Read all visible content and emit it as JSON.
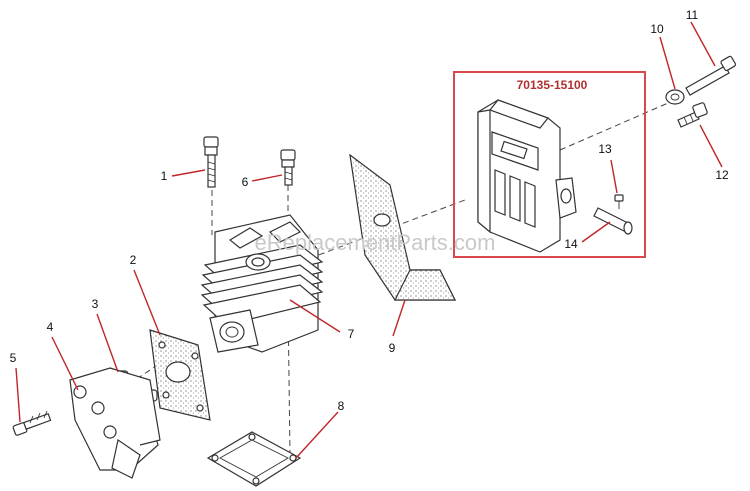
{
  "diagram": {
    "highlight_box": {
      "part_number": "70135-15100",
      "border_color": "#d9484f",
      "text_color": "#b03030"
    },
    "callouts": [
      "1",
      "2",
      "3",
      "4",
      "5",
      "6",
      "7",
      "8",
      "9",
      "10",
      "11",
      "12",
      "13",
      "14"
    ],
    "leader_color": "#c0262b",
    "watermark": "eReplacementParts.com"
  }
}
